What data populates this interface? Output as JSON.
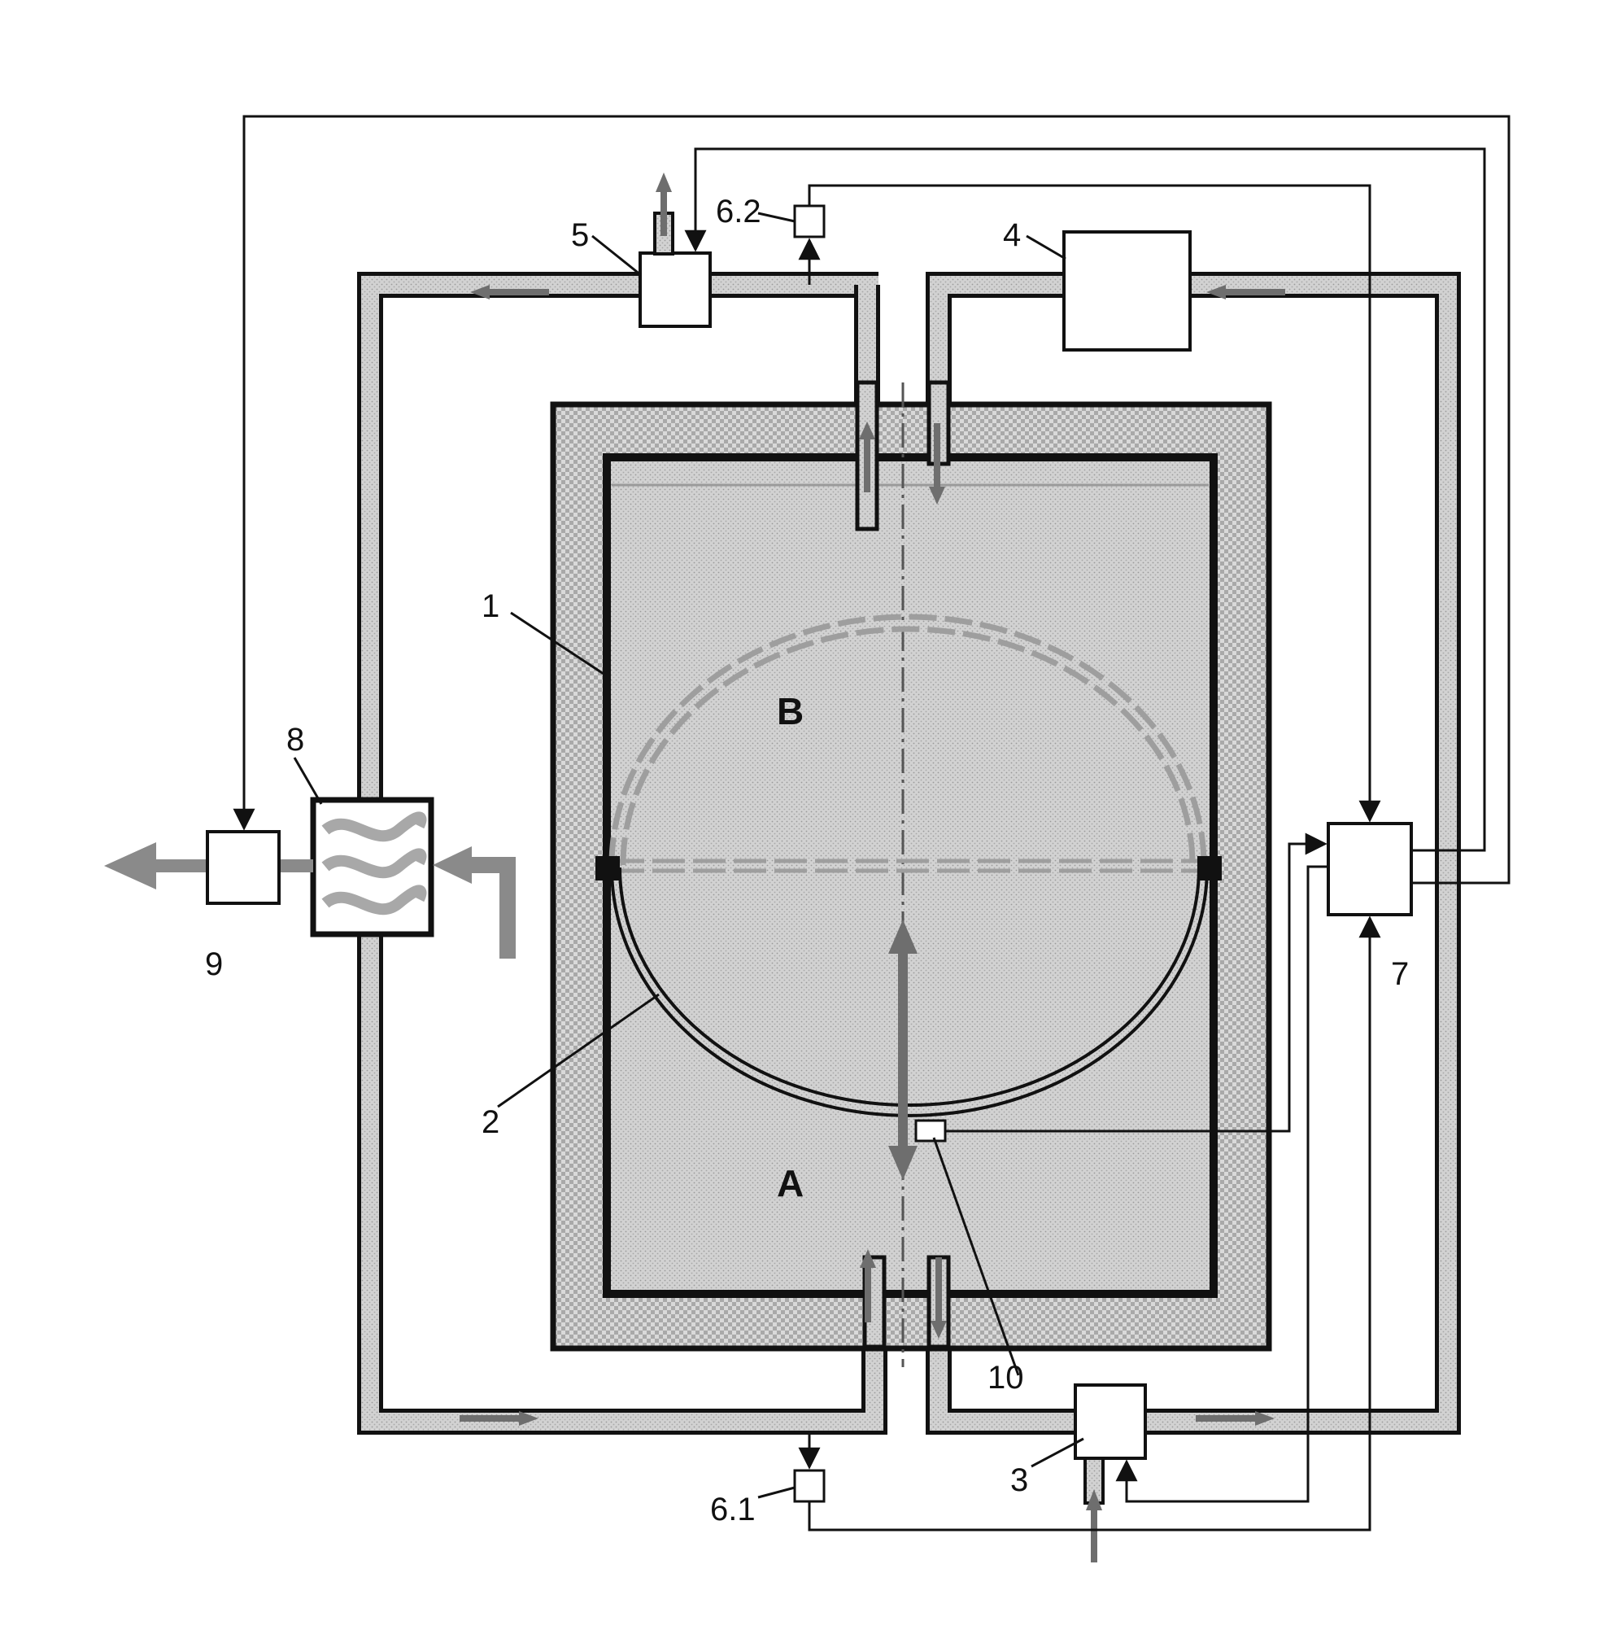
{
  "labels": {
    "housing": "1",
    "membrane": "2",
    "pump_supply": "3",
    "unit_4": "4",
    "unit_5": "5",
    "sensor_6_1": "6.1",
    "sensor_6_2": "6.2",
    "controller": "7",
    "heat_exchanger": "8",
    "unit_9": "9",
    "position_sensor": "10",
    "chamber_a": "A",
    "chamber_b": "B"
  },
  "colors": {
    "line": "#111111",
    "pipe_fill": "#d6d6d6",
    "vessel_fill": "#cfcfcf",
    "insulation_fill": "#bdbdbd",
    "flow_arrow": "#7a7a7a",
    "wave": "#a8a8a8"
  }
}
